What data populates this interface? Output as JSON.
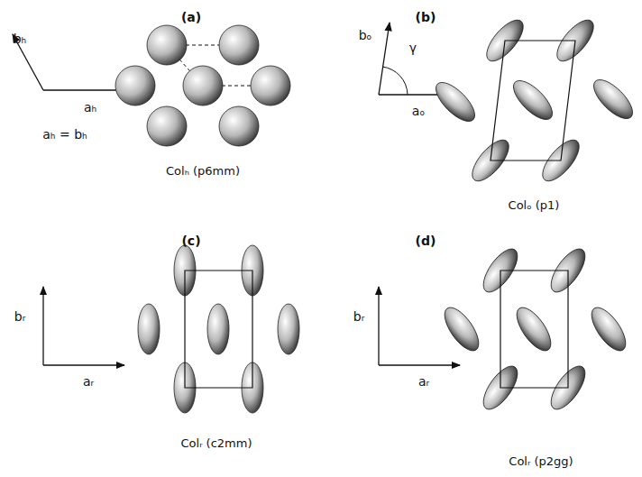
{
  "diagram": {
    "labels": [
      "(a)",
      "bₕ",
      "aₕ",
      "aₕ = bₕ",
      "Colₕ (p6mm)",
      "(b)",
      "bₒ",
      "γ",
      "aₒ",
      "Colₒ (p1)",
      "(c)",
      "bᵣ",
      "aᵣ",
      "Colᵣ (c2mm)",
      "(d)",
      "bᵣ",
      "aᵣ",
      "Colᵣ (p2gg)"
    ]
  }
}
